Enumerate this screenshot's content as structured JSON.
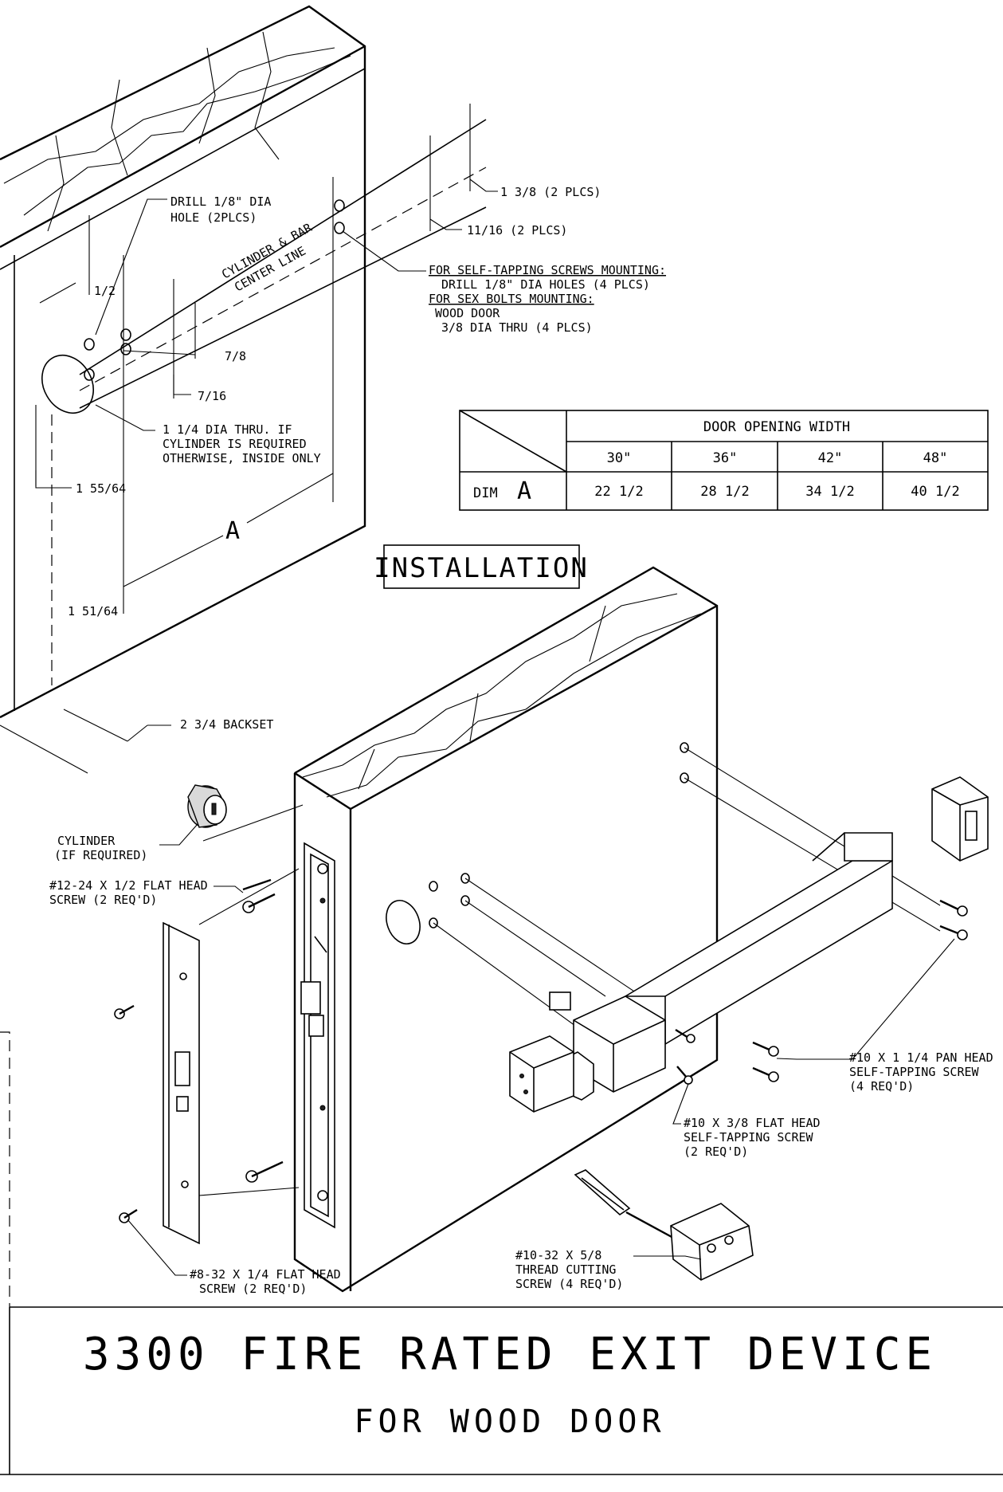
{
  "top_view": {
    "drill_hole_label_1": "DRILL 1/8\" DIA",
    "drill_hole_label_2": "HOLE (2PLCS)",
    "cyl_centerline_1": "CYLINDER & BAR",
    "cyl_centerline_2": "CENTER LINE",
    "dim_half": "1/2",
    "dim_7_8": "7/8",
    "dim_7_16": "7/16",
    "dim_1_3_8": "1 3/8 (2 PLCS)",
    "dim_11_16": "11/16 (2 PLCS)",
    "self_tap_1": "FOR SELF-TAPPING SCREWS MOUNTING:",
    "self_tap_2": "DRILL 1/8\" DIA HOLES (4 PLCS)",
    "sex_bolt_1": "FOR SEX BOLTS MOUNTING:",
    "sex_bolt_2": "WOOD DOOR",
    "sex_bolt_3": "3/8 DIA THRU (4 PLCS)",
    "thru_1": "1 1/4 DIA THRU. IF",
    "thru_2": "CYLINDER IS REQUIRED",
    "thru_3": "OTHERWISE, INSIDE ONLY",
    "dim_1_55_64": "1 55/64",
    "dim_1_51_64": "1 51/64",
    "dim_a": "A",
    "backset": "2 3/4 BACKSET"
  },
  "table": {
    "header": "DOOR OPENING WIDTH",
    "widths": [
      "30\"",
      "36\"",
      "42\"",
      "48\""
    ],
    "row_label": "DIM",
    "row_letter": "A",
    "values": [
      "22 1/2",
      "28 1/2",
      "34 1/2",
      "40 1/2"
    ]
  },
  "installation_label": "INSTALLATION",
  "parts": {
    "cylinder_1": "CYLINDER",
    "cylinder_2": "(IF REQUIRED)",
    "flat12_1": "#12-24 X 1/2 FLAT HEAD",
    "flat12_2": "SCREW (2 REQ'D)",
    "pan_1": "#10 X 1 1/4 PAN HEAD",
    "pan_2": "SELF-TAPPING SCREW",
    "pan_3": "(4 REQ'D)",
    "flat10_1": "#10 X 3/8 FLAT HEAD",
    "flat10_2": "SELF-TAPPING SCREW",
    "flat10_3": "(2 REQ'D)",
    "thread_1": "#10-32 X 5/8",
    "thread_2": "THREAD CUTTING",
    "thread_3": "SCREW (4 REQ'D)",
    "flat8_1": "#8-32 X 1/4 FLAT HEAD",
    "flat8_2": "SCREW (2 REQ'D)"
  },
  "title_block": {
    "title": "3300 FIRE RATED EXIT DEVICE",
    "subtitle": "FOR WOOD DOOR"
  }
}
